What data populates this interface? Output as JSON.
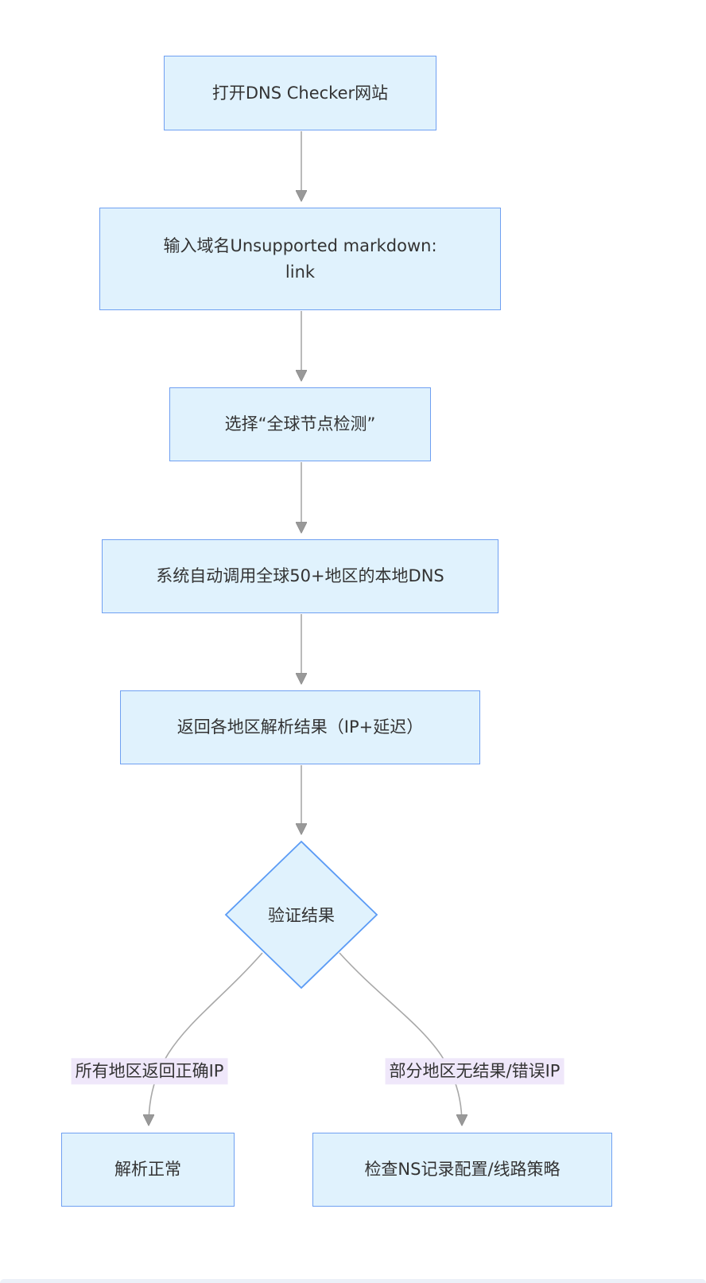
{
  "diagram": {
    "type": "flowchart",
    "direction": "top-down",
    "nodes": [
      {
        "id": "A",
        "shape": "rect",
        "label": "打开DNS Checker网站"
      },
      {
        "id": "B",
        "shape": "rect",
        "label": "输入域名Unsupported markdown:\nlink"
      },
      {
        "id": "C",
        "shape": "rect",
        "label": "选择“全球节点检测”"
      },
      {
        "id": "D",
        "shape": "rect",
        "label": "系统自动调用全球50+地区的本地DNS"
      },
      {
        "id": "E",
        "shape": "rect",
        "label": "返回各地区解析结果（IP+延迟）"
      },
      {
        "id": "F",
        "shape": "diamond",
        "label": "验证结果"
      },
      {
        "id": "G",
        "shape": "rect",
        "label": "解析正常"
      },
      {
        "id": "H",
        "shape": "rect",
        "label": "检查NS记录配置/线路策略"
      }
    ],
    "edges": [
      {
        "from": "A",
        "to": "B",
        "label": ""
      },
      {
        "from": "B",
        "to": "C",
        "label": ""
      },
      {
        "from": "C",
        "to": "D",
        "label": ""
      },
      {
        "from": "D",
        "to": "E",
        "label": ""
      },
      {
        "from": "E",
        "to": "F",
        "label": ""
      },
      {
        "from": "F",
        "to": "G",
        "label": "所有地区返回正确IP"
      },
      {
        "from": "F",
        "to": "H",
        "label": "部分地区无结果/错误IP"
      }
    ],
    "colors": {
      "node_fill": "#e0f2fd",
      "node_border": "#6fa0f2",
      "edge_line": "#a8a8a8",
      "arrowhead": "#999999",
      "edge_label_bg": "#efe7fa",
      "text": "#333333",
      "footer_strip": "#ecf0f8",
      "background": "#ffffff"
    }
  }
}
